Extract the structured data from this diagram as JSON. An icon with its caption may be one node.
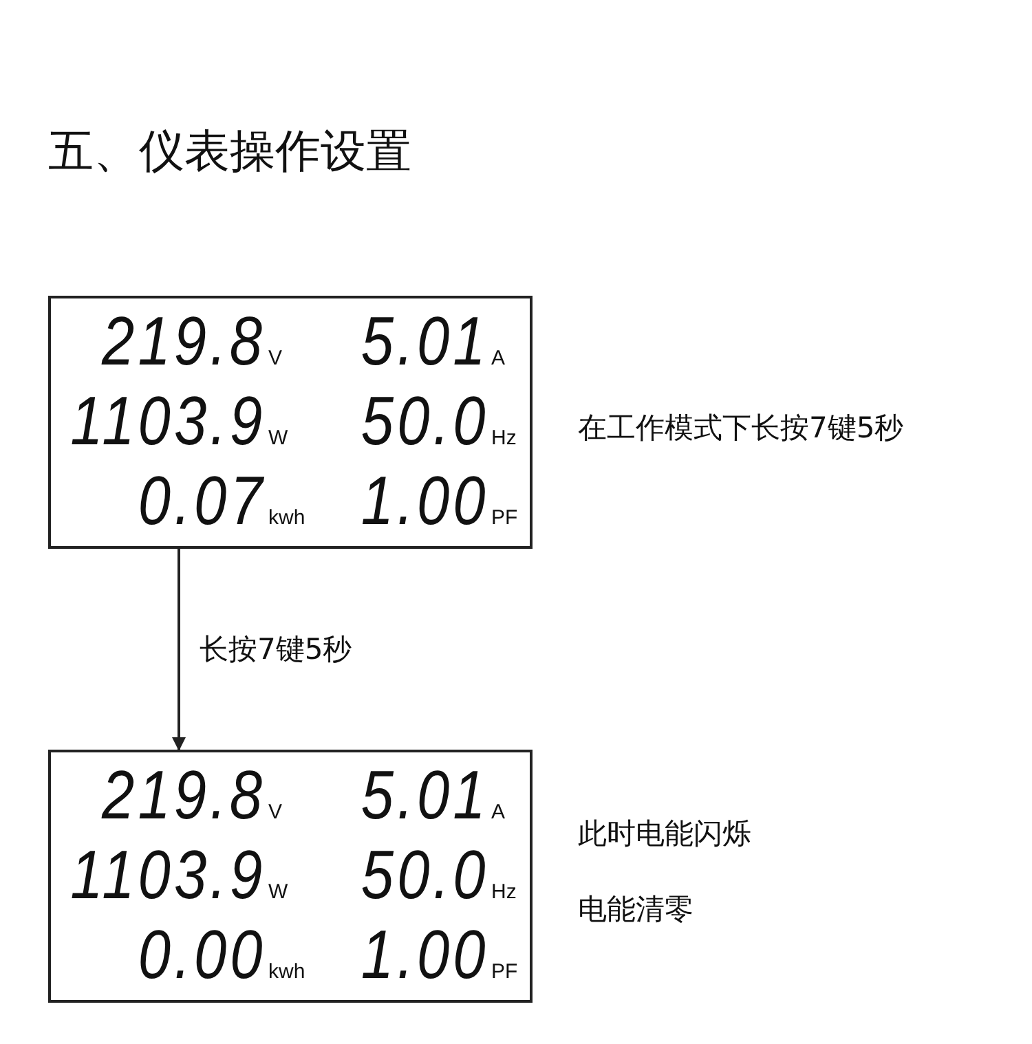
{
  "diagram": {
    "title": "五、仪表操作设置",
    "nodes": [
      {
        "text": [
          "219.8",
          "V",
          "5.01",
          "A",
          "1103.9",
          "W",
          "50.0",
          "Hz",
          "0.07",
          "kwh",
          "1.00",
          "PF"
        ],
        "beside": [
          "在工作模式下长按7键5秒"
        ]
      },
      {
        "text": [
          "219.8",
          "V",
          "5.01",
          "A",
          "1103.9",
          "W",
          "50.0",
          "Hz",
          "0.00",
          "kwh",
          "1.00",
          "PF"
        ],
        "beside": [
          "此时电能闪烁",
          "电能清零"
        ]
      }
    ],
    "edges": [
      {
        "from": 0,
        "to": 1,
        "arrow": "to",
        "label": "长按7键5秒"
      }
    ]
  }
}
